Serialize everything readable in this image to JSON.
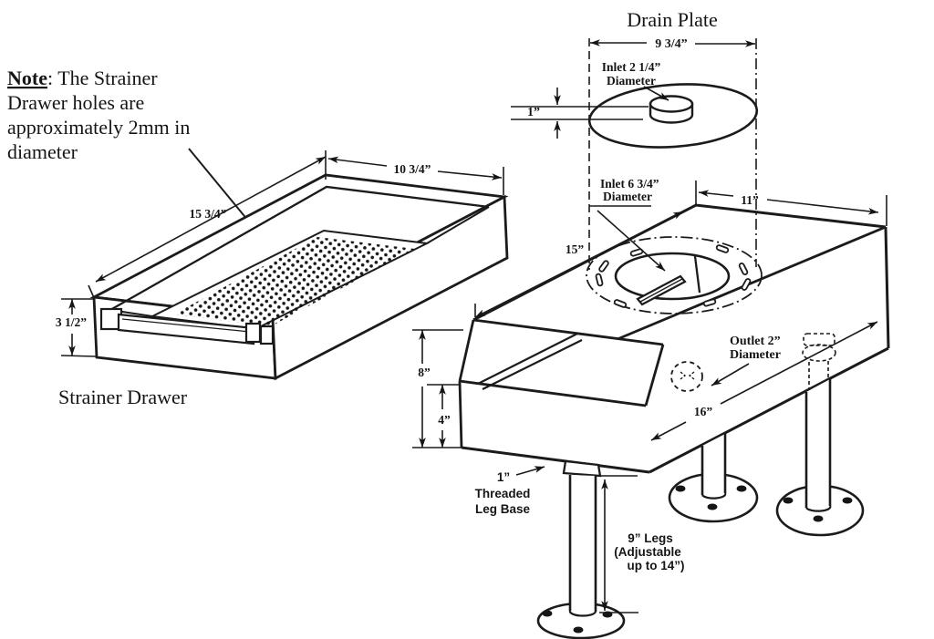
{
  "note": {
    "keyword": "Note",
    "line1_rest": ": The Strainer",
    "line2": "Drawer holes are",
    "line3": "approximately 2mm in",
    "line4": "diameter"
  },
  "drawer": {
    "label": "Strainer Drawer",
    "length": "15 3/4”",
    "width": "10 3/4”",
    "height": "3 1/2”"
  },
  "drain_plate": {
    "title": "Drain Plate",
    "width": "9 3/4”",
    "thickness": "1”",
    "inlet_line1": "Inlet 2 1/4”",
    "inlet_line2": "Diameter"
  },
  "tank": {
    "length": "15”",
    "width": "11”",
    "height_total": "8”",
    "height_lower": "4”",
    "depth": "16”",
    "inlet_line1": "Inlet 6 3/4”",
    "inlet_line2": "Diameter",
    "outlet_line1": "Outlet 2”",
    "outlet_line2": "Diameter"
  },
  "legs": {
    "base_line1": "1”",
    "base_line2": "Threaded",
    "base_line3": "Leg Base",
    "spec_line1": "9” Legs",
    "spec_line2": "(Adjustable",
    "spec_line3": "up to 14”)"
  }
}
